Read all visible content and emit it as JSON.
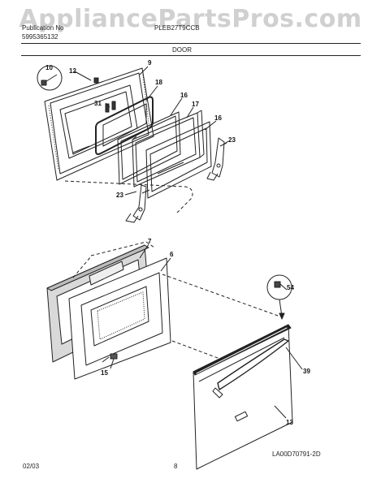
{
  "watermark": "AppliancePartsPros.com",
  "header": {
    "publication_label": "Publication No",
    "publication_number": "5995365132",
    "model": "PLEB27T9CCB",
    "section_title": "DOOR"
  },
  "footer": {
    "date": "02/03",
    "page": "8",
    "diagram_code": "LA00D70791-2D"
  },
  "callouts": {
    "c10": "10",
    "c12": "12",
    "c9": "9",
    "c18": "18",
    "c31": "31",
    "c16a": "16",
    "c17": "17",
    "c16b": "16",
    "c23a": "23",
    "c23b": "23",
    "c7": "7",
    "c6": "6",
    "c15": "15",
    "c54": "54",
    "c39": "39",
    "c13": "13"
  }
}
